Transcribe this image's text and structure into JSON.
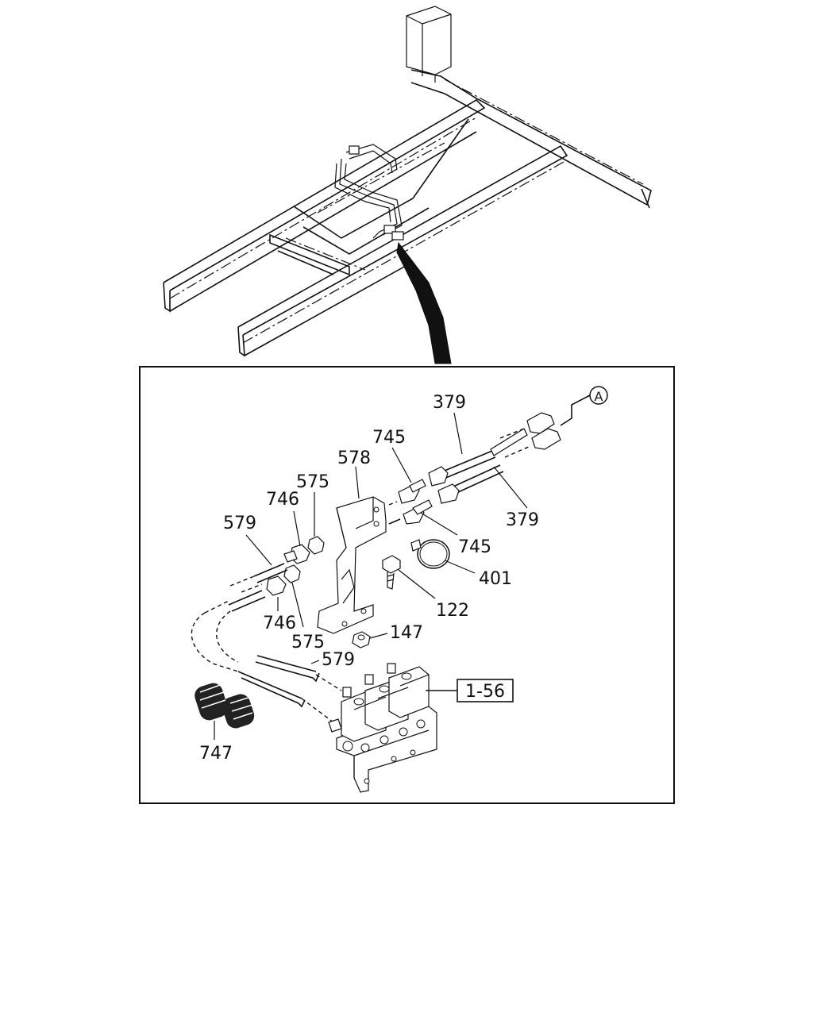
{
  "diagram": {
    "callouts": [
      {
        "id": "c379a",
        "text": "379"
      },
      {
        "id": "c379b",
        "text": "379"
      },
      {
        "id": "c745a",
        "text": "745"
      },
      {
        "id": "c745b",
        "text": "745"
      },
      {
        "id": "c578",
        "text": "578"
      },
      {
        "id": "c575a",
        "text": "575"
      },
      {
        "id": "c575b",
        "text": "575"
      },
      {
        "id": "c746a",
        "text": "746"
      },
      {
        "id": "c746b",
        "text": "746"
      },
      {
        "id": "c579a",
        "text": "579"
      },
      {
        "id": "c579b",
        "text": "579"
      },
      {
        "id": "c401",
        "text": "401"
      },
      {
        "id": "c122",
        "text": "122"
      },
      {
        "id": "c147",
        "text": "147"
      },
      {
        "id": "c747",
        "text": "747"
      }
    ],
    "reference_box": "1-56",
    "circle_marker": "A"
  }
}
